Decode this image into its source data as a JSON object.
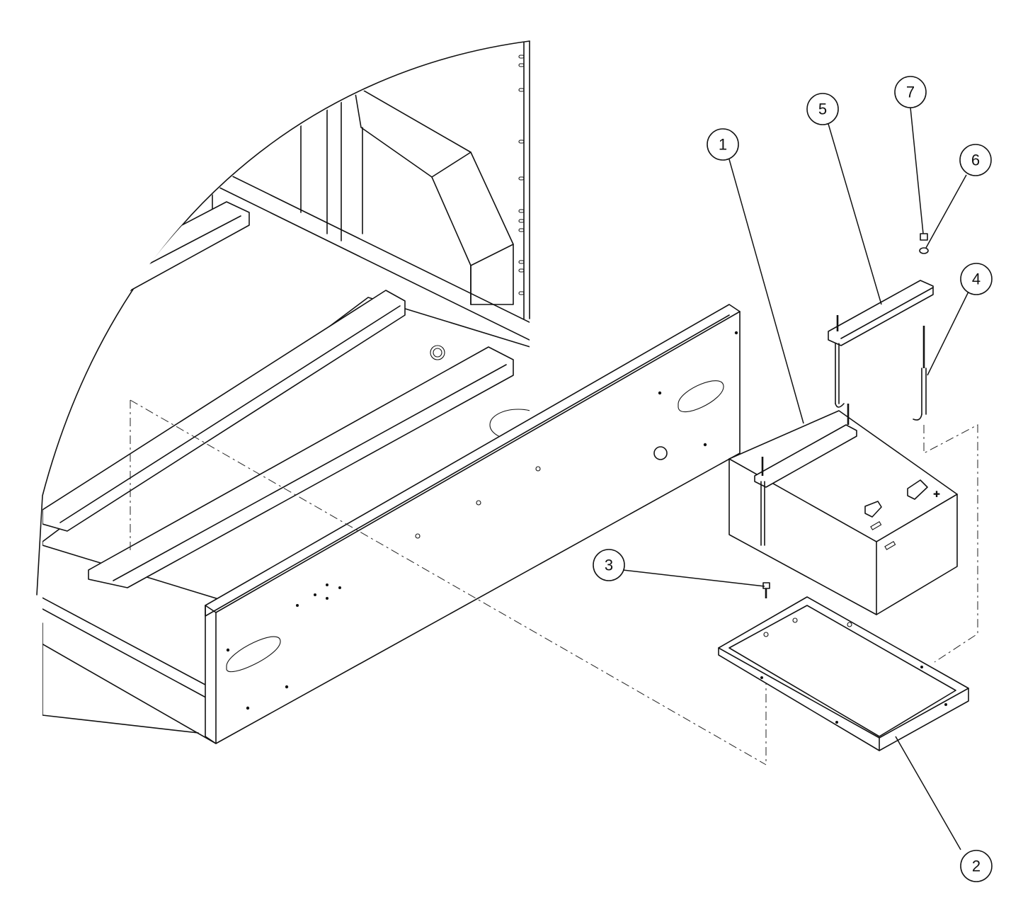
{
  "callouts": [
    {
      "label": "1",
      "part": "battery"
    },
    {
      "label": "2",
      "part": "battery-tray"
    },
    {
      "label": "3",
      "part": "tray-screw"
    },
    {
      "label": "4",
      "part": "j-hook-bolt"
    },
    {
      "label": "5",
      "part": "hold-down-bar"
    },
    {
      "label": "6",
      "part": "washer"
    },
    {
      "label": "7",
      "part": "nut"
    }
  ],
  "colors": {
    "line": "#111111",
    "background": "#ffffff"
  }
}
